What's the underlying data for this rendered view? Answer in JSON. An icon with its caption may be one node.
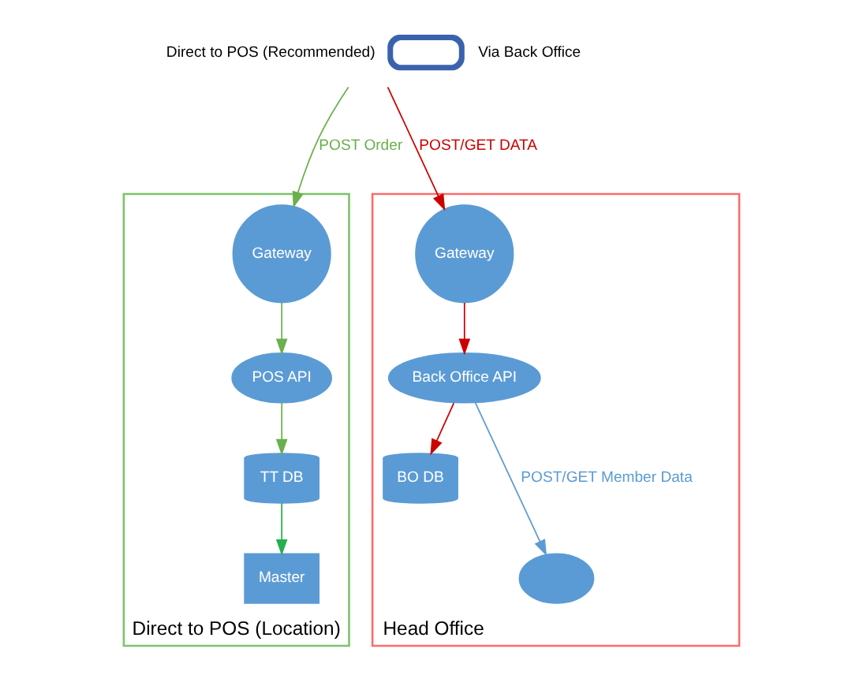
{
  "diagram": {
    "nodes": [
      {
        "text": [],
        "shape": "switch",
        "beside": [
          "Direct to POS (Recommended)",
          "Via Back Office"
        ]
      },
      {
        "text": [
          "Direct to POS (Location)"
        ]
      },
      {
        "text": [
          "Gateway"
        ],
        "in": 1
      },
      {
        "text": [
          "POS API"
        ],
        "in": 1
      },
      {
        "text": [
          "TT DB"
        ],
        "in": 1
      },
      {
        "text": [
          "Master"
        ],
        "in": 1
      },
      {
        "text": [
          "Head Office"
        ]
      },
      {
        "text": [
          "Gateway"
        ],
        "in": 6
      },
      {
        "text": [
          "Back Office API"
        ],
        "in": 6
      },
      {
        "text": [
          "BO DB"
        ],
        "in": 6
      },
      {
        "text": [],
        "shape": "cloud",
        "in": 6
      }
    ],
    "edges": [
      {
        "from": 0,
        "to": 2,
        "arrow": "to",
        "label": "POST Order",
        "color": "#6ab04c"
      },
      {
        "from": 0,
        "to": 7,
        "arrow": "to",
        "label": "POST/GET DATA",
        "color": "#cc0000"
      },
      {
        "from": 2,
        "to": 3,
        "arrow": "to",
        "color": "#6ab04c"
      },
      {
        "from": 3,
        "to": 4,
        "arrow": "to",
        "color": "#6ab04c"
      },
      {
        "from": 4,
        "to": 5,
        "arrow": "to",
        "color": "#22b14c"
      },
      {
        "from": 7,
        "to": 8,
        "arrow": "to",
        "color": "#cc0000"
      },
      {
        "from": 8,
        "to": 9,
        "arrow": "to",
        "color": "#cc0000"
      },
      {
        "from": 8,
        "to": 10,
        "arrow": "to",
        "label": "POST/GET Member Data",
        "color": "#5b9bd5"
      }
    ]
  }
}
